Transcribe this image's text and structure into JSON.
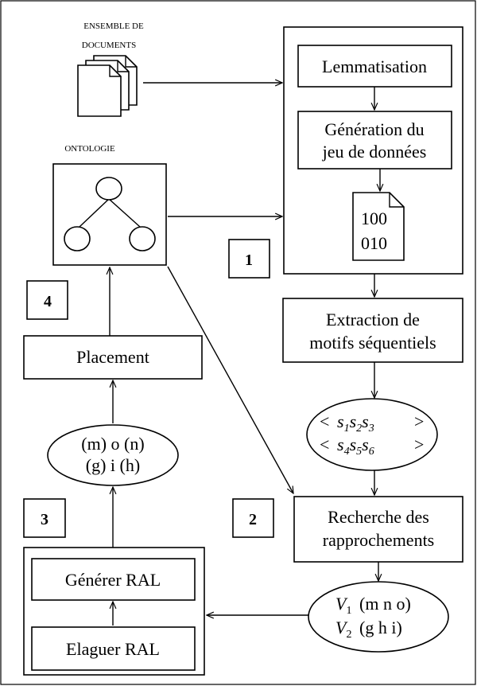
{
  "labels": {
    "doc_set_1": "ENSEMBLE DE",
    "doc_set_2": "DOCUMENTS",
    "ontology": "ONTOLOGIE"
  },
  "boxes": {
    "lemmatisation": "Lemmatisation",
    "generation_1": "Génération du",
    "generation_2": "jeu de données",
    "data_1": "100",
    "data_2": "010",
    "extraction_1": "Extraction de",
    "extraction_2": "motifs séquentiels",
    "recherche_1": "Recherche des",
    "recherche_2": "rapprochements",
    "placement": "Placement",
    "generer": "Générer RAL",
    "elaguer": "Elaguer RAL"
  },
  "ellipses": {
    "seq_1_open": "<",
    "seq_1_close": ">",
    "seq_2_open": "<",
    "seq_2_close": ">",
    "v1_rest": "(m n o)",
    "v2_rest": "(g h i)",
    "mo_1": "(m) o (n)",
    "mo_2": "(g) i (h)"
  },
  "step_numbers": {
    "one": "1",
    "two": "2",
    "three": "3",
    "four": "4"
  }
}
